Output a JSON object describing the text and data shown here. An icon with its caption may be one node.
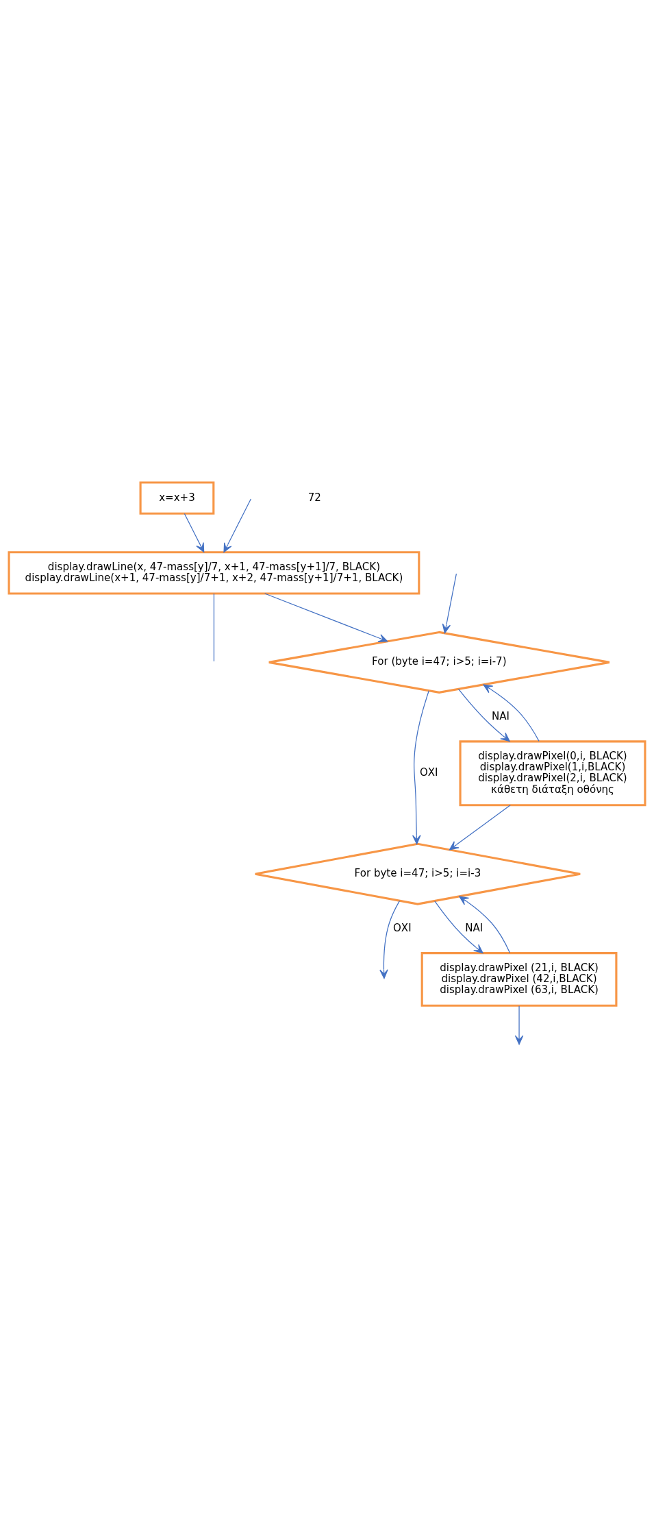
{
  "diagram": {
    "nodes": [
      {
        "text": [
          "x=x+3"
        ]
      },
      {
        "text": [
          "display.drawLine(x, 47-mass[y]/7, x+1, 47-mass[y+1]/7, BLACK)",
          "display.drawLine(x+1, 47-mass[y]/7+1, x+2, 47-mass[y+1]/7+1, BLACK)"
        ]
      },
      {
        "text": [
          "For (byte i=47; i>5; i=i-7)"
        ]
      },
      {
        "text": [
          "display.drawPixel(0,i, BLACK)",
          "display.drawPixel(1,i,BLACK)",
          "display.drawPixel(2,i, BLACK)",
          "κάθετη διάταξη οθόνης"
        ]
      },
      {
        "text": [
          "For byte i=47; i>5; i=i-3"
        ]
      },
      {
        "text": [
          "display.drawPixel (21,i, BLACK)",
          "display.drawPixel (42,i,BLACK)",
          "display.drawPixel (63,i, BLACK)"
        ]
      }
    ],
    "edges": [
      {
        "from": 1,
        "to": null,
        "arrow": "none"
      },
      {
        "from": null,
        "to": 1,
        "arrow": "to"
      },
      {
        "from": 0,
        "to": 1,
        "arrow": "to"
      },
      {
        "from": 1,
        "to": 2,
        "arrow": "to"
      },
      {
        "from": null,
        "to": 2,
        "arrow": "to"
      },
      {
        "from": 2,
        "to": 3,
        "label": "ΝΑΙ",
        "arrow": "to"
      },
      {
        "from": 3,
        "to": 2,
        "arrow": "to"
      },
      {
        "from": 2,
        "to": 4,
        "label": "ΟΧΙ",
        "arrow": "to"
      },
      {
        "from": 3,
        "to": 4,
        "arrow": "to"
      },
      {
        "from": 4,
        "to": 5,
        "label": "ΝΑΙ",
        "arrow": "to"
      },
      {
        "from": 5,
        "to": 4,
        "arrow": "to"
      },
      {
        "from": 4,
        "to": null,
        "label": "ΟΧΙ",
        "arrow": "to"
      },
      {
        "from": 5,
        "to": null,
        "arrow": "to"
      }
    ],
    "labels": [
      "72"
    ]
  }
}
